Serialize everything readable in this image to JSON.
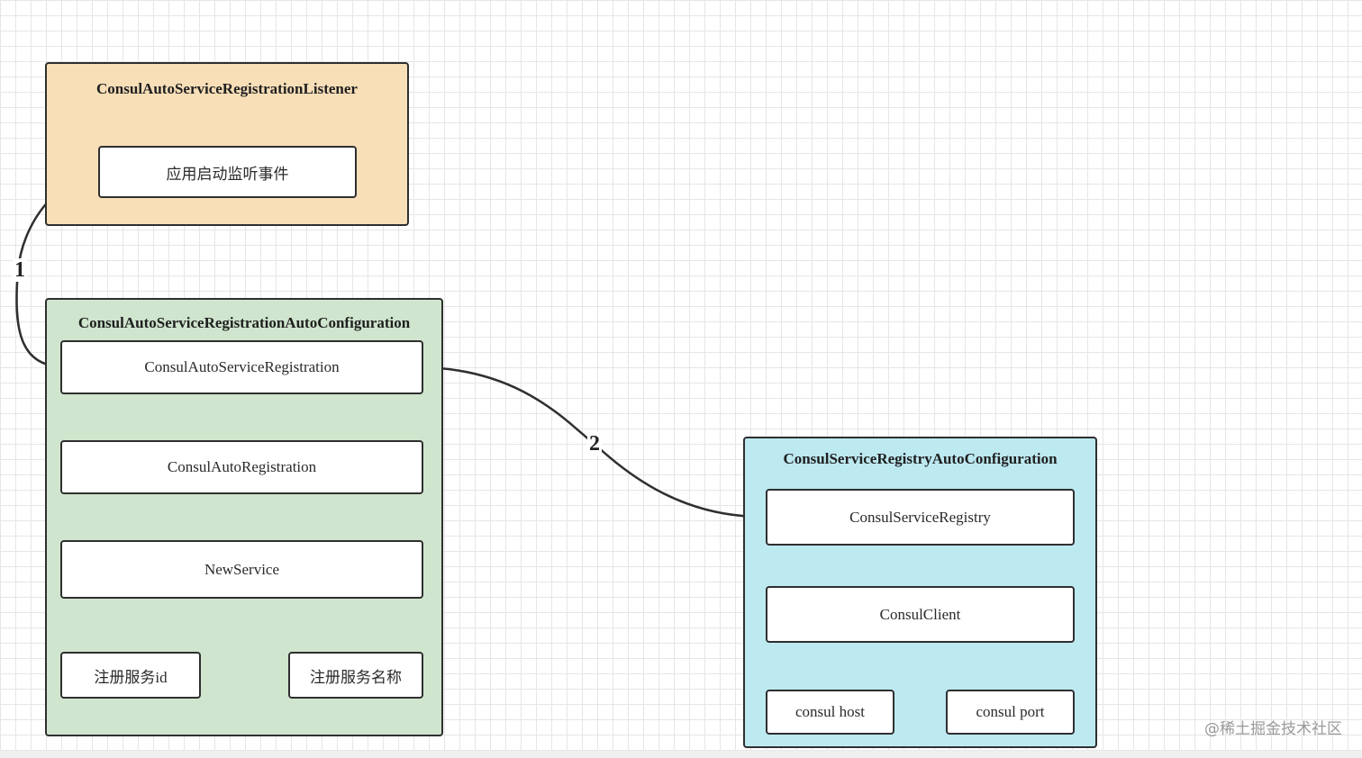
{
  "colors": {
    "listener_fill": "#f8dfb8",
    "autoconfig_fill": "#cfe5cd",
    "registry_fill": "#bde9f1",
    "node_fill": "#ffffff",
    "stroke": "#2f2f2f"
  },
  "groups": {
    "listener": {
      "title": "ConsulAutoServiceRegistrationListener",
      "node": "应用启动监听事件"
    },
    "autoconfig": {
      "title": "ConsulAutoServiceRegistrationAutoConfiguration",
      "registration": "ConsulAutoServiceRegistration",
      "auto_registration": "ConsulAutoRegistration",
      "new_service": "NewService",
      "service_id": "注册服务id",
      "service_name": "注册服务名称"
    },
    "registry": {
      "title": "ConsulServiceRegistryAutoConfiguration",
      "service_registry": "ConsulServiceRegistry",
      "client": "ConsulClient",
      "host": "consul host",
      "port": "consul port"
    }
  },
  "edges": {
    "step1": "1",
    "step2": "2"
  },
  "watermark": "@稀土掘金技术社区"
}
